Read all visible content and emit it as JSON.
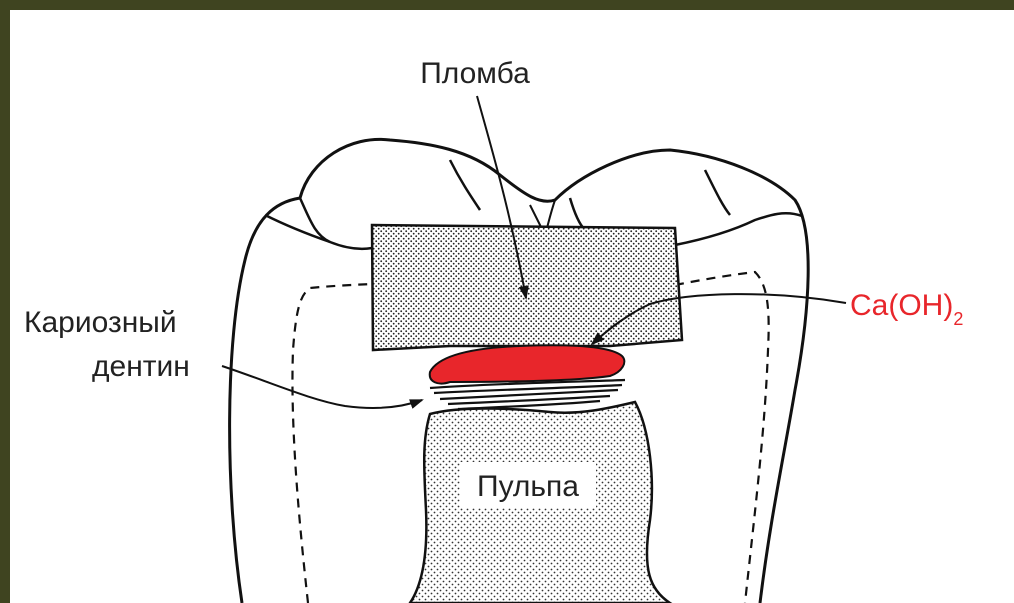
{
  "labels": {
    "filling": "Пломба",
    "carious_line1": "Кариозный",
    "carious_line2": "дентин",
    "liner_main": "Ca(OH)",
    "liner_sub": "2",
    "pulp": "Пульпа"
  },
  "colors": {
    "frame": "#3f4420",
    "liner": "#e8262b",
    "label_liner": "#e8262b",
    "ink": "#1a1a1a"
  }
}
